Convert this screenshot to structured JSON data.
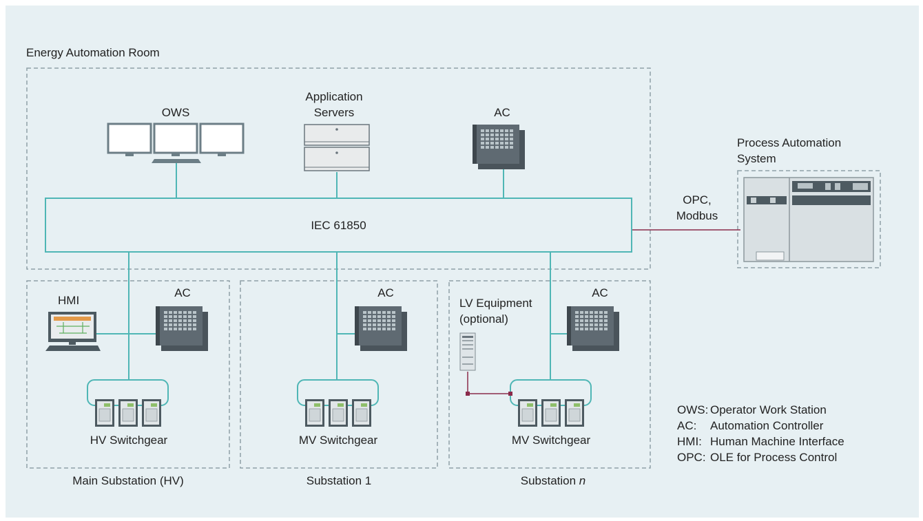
{
  "title": "Energy Automation Room",
  "bus_label": "IEC 61850",
  "devices": {
    "ows": "OWS",
    "app_servers_line1": "Application",
    "app_servers_line2": "Servers",
    "ac_top": "AC",
    "process_line1": "Process Automation",
    "process_line2": "System",
    "opc_line1": "OPC,",
    "opc_line2": "Modbus"
  },
  "substations": [
    {
      "name": "Main Substation (HV)",
      "ac": "AC",
      "hmi": "HMI",
      "switchgear": "HV Switchgear"
    },
    {
      "name": "Substation 1",
      "ac": "AC",
      "switchgear": "MV Switchgear"
    },
    {
      "name_prefix": "Substation ",
      "name_italic": "n",
      "ac": "AC",
      "lv_line1": "LV Equipment",
      "lv_line2": "(optional)",
      "switchgear": "MV Switchgear"
    }
  ],
  "legend": [
    {
      "abbr": "OWS:",
      "desc": "Operator Work Station"
    },
    {
      "abbr": "AC:",
      "desc": "Automation Controller"
    },
    {
      "abbr": "HMI:",
      "desc": "Human Machine Interface"
    },
    {
      "abbr": "OPC:",
      "desc": "OLE for Process Control"
    }
  ],
  "colors": {
    "background": "#e7f0f3",
    "network_line": "#4fb6b5",
    "serial_line": "#8a2a4a",
    "device_dark": "#5f6a72",
    "dashed_border": "#8fa0a8"
  }
}
